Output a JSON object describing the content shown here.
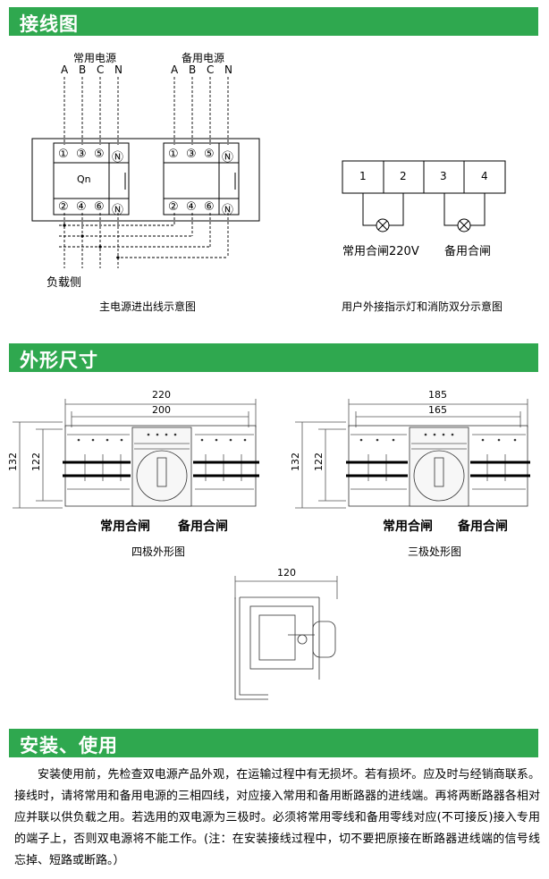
{
  "sections": {
    "wiring_title": "接线图",
    "dimensions_title": "外形尺寸",
    "install_title": "安装、使用"
  },
  "wiring": {
    "main_source": "常用电源",
    "backup_source": "备用电源",
    "phases": [
      "A",
      "B",
      "C",
      "N"
    ],
    "terminals_top": [
      "①",
      "③",
      "⑤",
      "Ⓝ"
    ],
    "terminals_bottom": [
      "②",
      "④",
      "⑥",
      "Ⓝ"
    ],
    "breaker_label": "Qn",
    "load_side": "负载侧",
    "diagram_caption": "主电源进出线示意图"
  },
  "indicator": {
    "boxes": [
      "1",
      "2",
      "3",
      "4"
    ],
    "lamp_main": "常用合闸220V",
    "lamp_backup": "备用合闸",
    "caption": "用户外接指示灯和消防双分示意图"
  },
  "dimensions": {
    "four_pole": {
      "outer_width": "220",
      "inner_width": "200",
      "outer_height": "132",
      "inner_height": "122",
      "label_main": "常用合闸",
      "label_backup": "备用合闸",
      "caption": "四极外形图"
    },
    "three_pole": {
      "outer_width": "185",
      "inner_width": "165",
      "outer_height": "132",
      "inner_height": "122",
      "label_main": "常用合闸",
      "label_backup": "备用合闸",
      "caption": "三极处形图"
    },
    "side_depth": "120"
  },
  "install": {
    "text": "安装使用前，先检查双电源产品外观，在运输过程中有无损坏。若有损坏。应及时与经销商联系。接线时，请将常用和备用电源的三相四线，对应接入常用和备用断路器的进线端。再将两断路器各相对应并联以供负载之用。若选用的双电源为三极时。必须将常用零线和备用零线对应(不可接反)接入专用的端子上，否则双电源将不能工作。(注：在安装接线过程中，切不要把原接在断路器进线端的信号线忘掉、短路或断路。）"
  },
  "colors": {
    "band": "#2fa84f",
    "band_text": "#ffffff"
  }
}
